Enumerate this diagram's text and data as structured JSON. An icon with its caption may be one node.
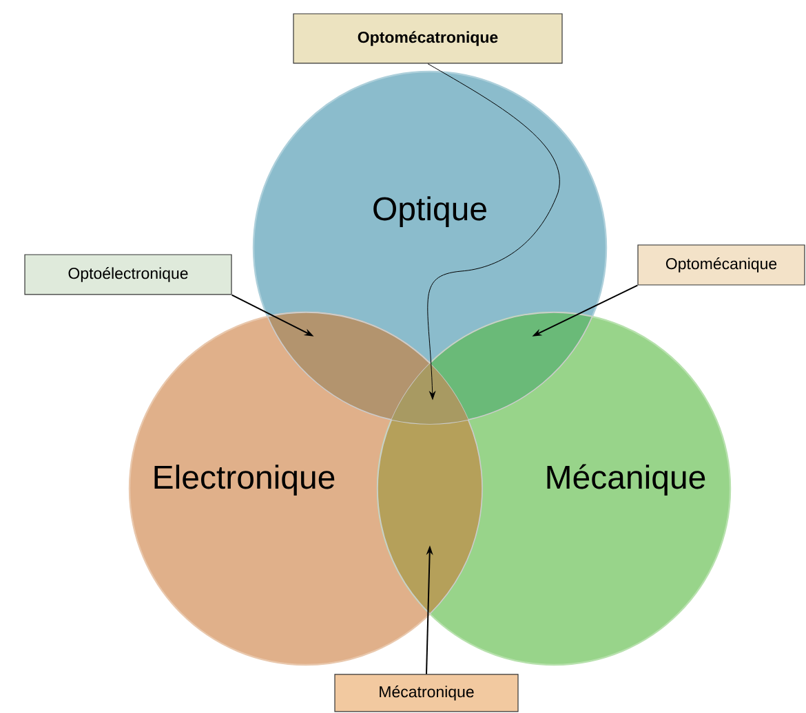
{
  "diagram": {
    "nodes": [
      {
        "text": [
          "Optique"
        ]
      },
      {
        "text": [
          "Electronique"
        ]
      },
      {
        "text": [
          "Mécanique"
        ]
      },
      {
        "text": [
          "Optomécatronique"
        ]
      },
      {
        "text": [
          "Optoélectronique"
        ]
      },
      {
        "text": [
          "Optomécanique"
        ]
      },
      {
        "text": [
          "Mécatronique"
        ]
      },
      {
        "text": [],
        "shape": "lens"
      },
      {
        "text": [],
        "shape": "lens"
      },
      {
        "text": [],
        "shape": "lens"
      },
      {
        "text": [],
        "shape": "triangle"
      }
    ],
    "edges": [
      {
        "from": 3,
        "to": 10,
        "arrow": "to"
      },
      {
        "from": 4,
        "to": 7,
        "arrow": "to"
      },
      {
        "from": 5,
        "to": 8,
        "arrow": "to"
      },
      {
        "from": 6,
        "to": 9,
        "arrow": "to"
      }
    ]
  }
}
